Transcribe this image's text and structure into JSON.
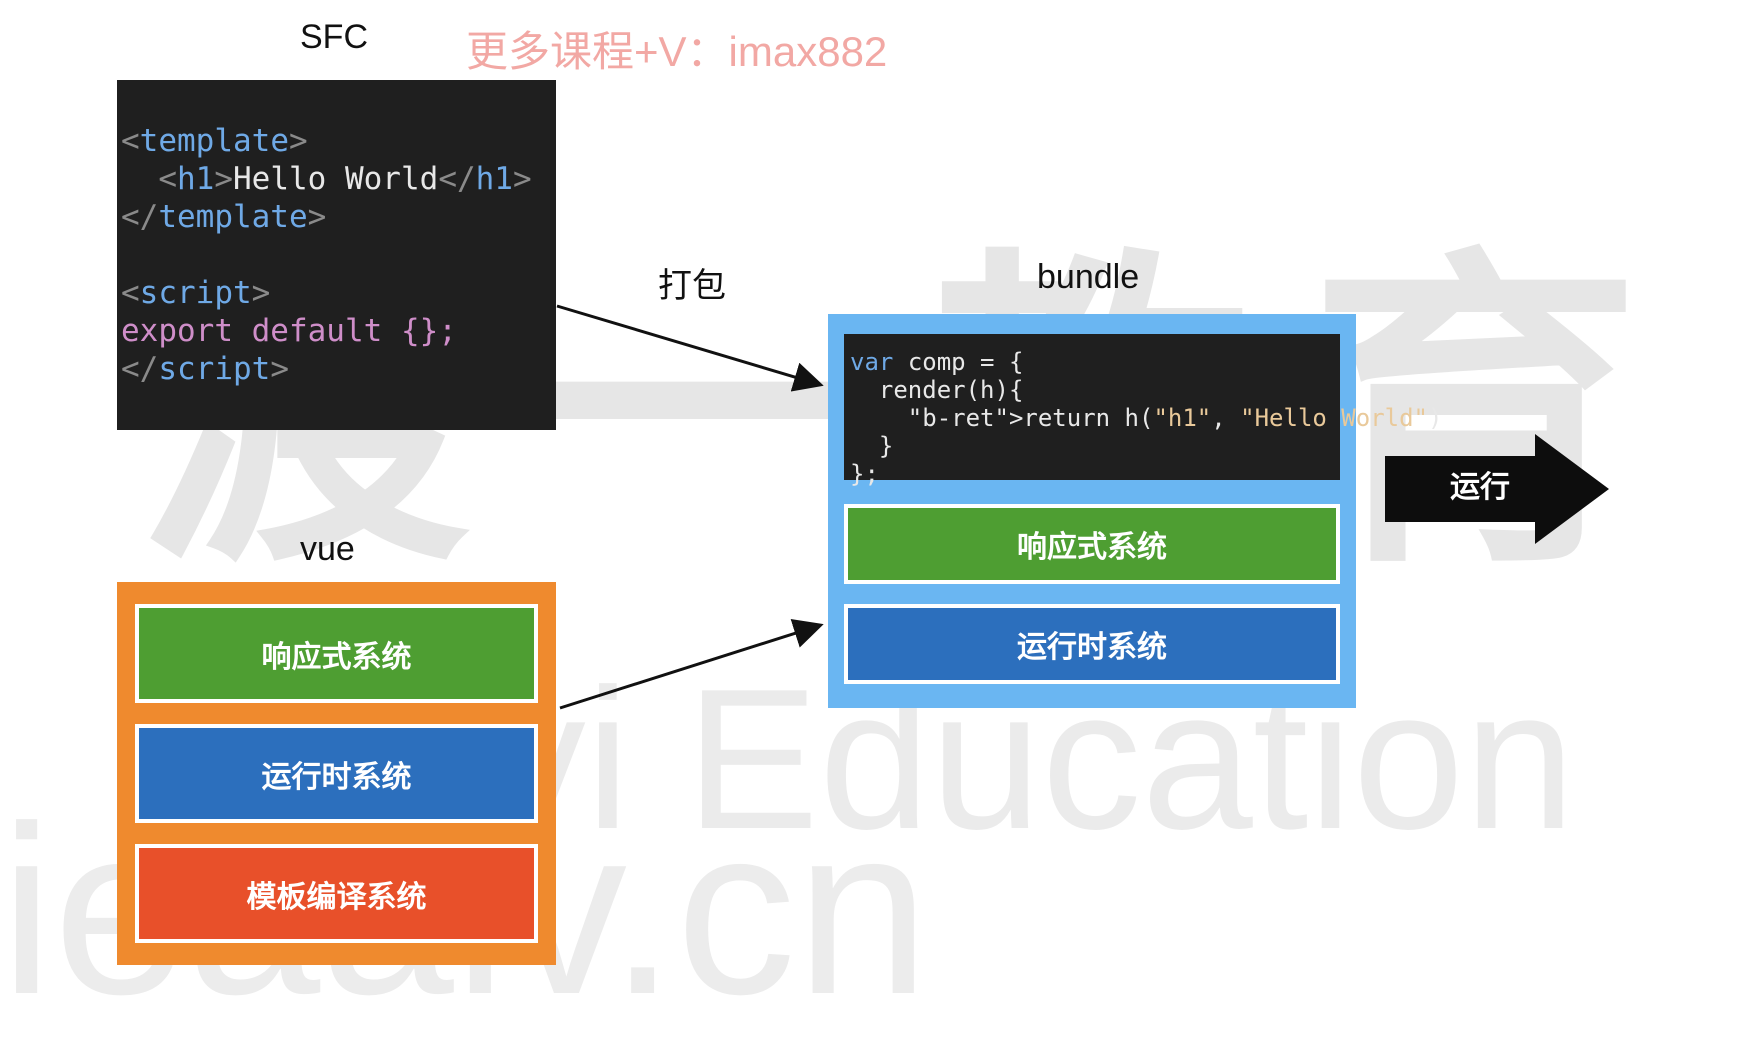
{
  "watermark": {
    "cn": "渡一教育",
    "en": "Duyi Education",
    "url": "ieaaiv.cn",
    "contact": "更多课程+V：imax882"
  },
  "sfc": {
    "title": "SFC",
    "code": [
      [
        "<",
        "template",
        ">"
      ],
      [
        "  <",
        "h1",
        ">",
        "Hello World",
        "</",
        "h1",
        ">"
      ],
      [
        "</",
        "template",
        ">"
      ],
      [
        ""
      ],
      [
        "<",
        "script",
        ">"
      ],
      [
        "export default {};"
      ],
      [
        "</",
        "script",
        ">"
      ]
    ]
  },
  "pack_label": "打包",
  "bundle": {
    "title": "bundle",
    "code_lines": [
      "var comp = {",
      "  render(h){",
      "    return h(\"h1\", \"Hello World\")",
      "  }",
      "};"
    ],
    "layers": [
      "响应式系统",
      "运行时系统"
    ]
  },
  "vue": {
    "title": "vue",
    "layers": [
      "响应式系统",
      "运行时系统",
      "模板编译系统"
    ]
  },
  "run_label": "运行",
  "colors": {
    "code_bg": "#1f1f1f",
    "vue_bg": "#ef8a2e",
    "bundle_bg": "#6ab6f2",
    "reactive": "#4e9e32",
    "runtime": "#2c6fbd",
    "compiler": "#e8502a"
  }
}
